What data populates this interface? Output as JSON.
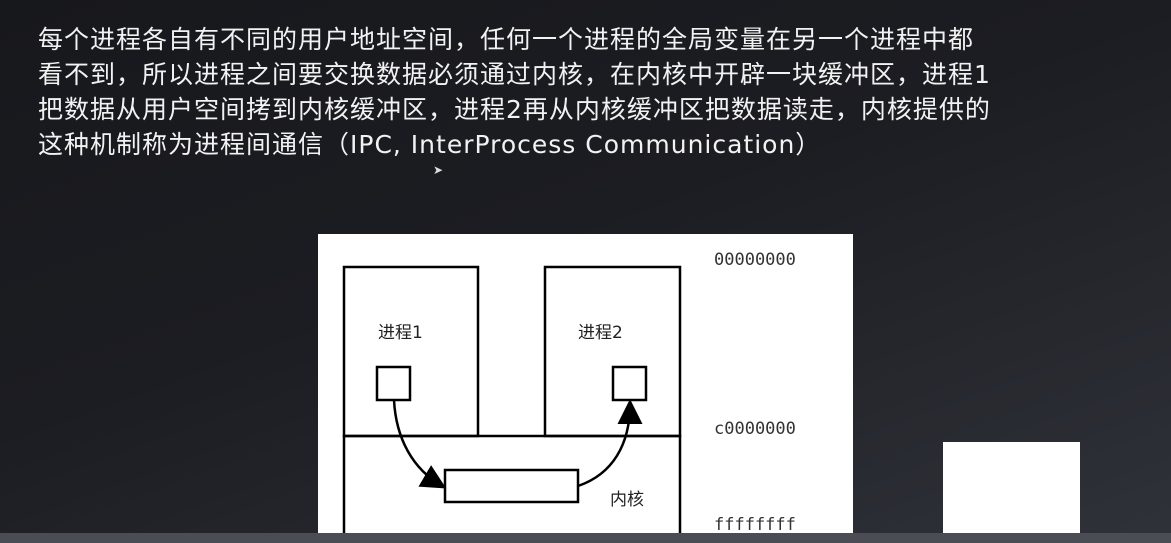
{
  "slide": {
    "lines": [
      "每个进程各自有不同的用户地址空间，任何一个进程的全局变量在另一个进程中都",
      "看不到，所以进程之间要交换数据必须通过内核，在内核中开辟一块缓冲区，进程1",
      "把数据从用户空间拷到内核缓冲区，进程2再从内核缓冲区把数据读走，内核提供的",
      "这种机制称为进程间通信（IPC, InterProcess Communication）"
    ]
  },
  "diagram": {
    "process1": "进程1",
    "process2": "进程2",
    "kernel": "内核",
    "addresses": [
      "00000000",
      "c0000000",
      "ffffffff"
    ]
  }
}
